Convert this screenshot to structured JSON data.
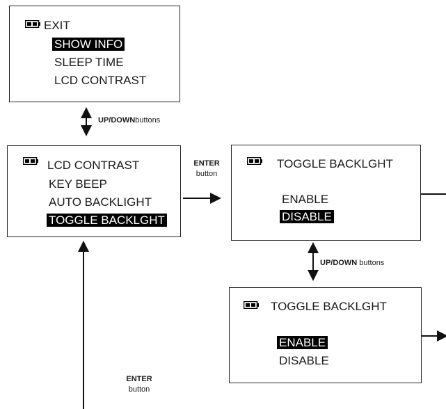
{
  "screen_exit": {
    "items": [
      "EXIT",
      "SHOW INFO",
      "SLEEP TIME",
      "LCD CONTRAST"
    ]
  },
  "screen_menu": {
    "items": [
      "LCD CONTRAST",
      "KEY BEEP",
      "AUTO BACKLIGHT",
      "TOGGLE BACKLGHT"
    ]
  },
  "screen_toggle_disable": {
    "title": "TOGGLE BACKLGHT",
    "options": [
      "ENABLE",
      "DISABLE"
    ]
  },
  "screen_toggle_enable": {
    "title": "TOGGLE BACKLGHT",
    "options": [
      "ENABLE",
      "DISABLE"
    ]
  },
  "labels": {
    "updown_1_bold": "UP/DOWN",
    "updown_1_rest": "buttons",
    "updown_2_bold": "UP/DOWN",
    "updown_2_rest": " buttons",
    "enter_1_bold": "ENTER",
    "enter_1_rest": "button",
    "enter_2_bold": "ENTER",
    "enter_2_rest": "button"
  },
  "icons": [
    "battery-icon",
    "double-arrow-icon",
    "arrow-right-icon",
    "arrow-up-icon"
  ]
}
